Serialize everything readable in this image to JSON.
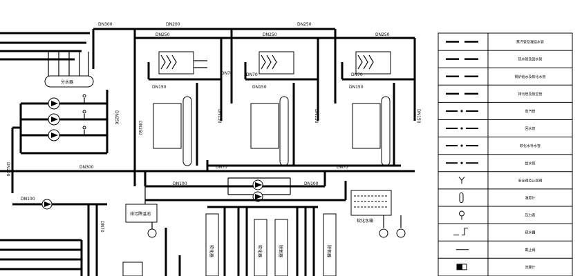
{
  "pipe_labels": {
    "main_top": "DN300",
    "top_left": "DN200",
    "top_mid": "DN250",
    "branch_1": "DN250",
    "branch_2": "DN250",
    "branch_3": "DN250",
    "upper_1": "DN150",
    "upper_2": "DN150",
    "upper_3": "DN150",
    "riser_1": "DN70",
    "riser_2": "DN70",
    "riser_3": "DN70",
    "vertical_left": "DN250",
    "vertical_mid": "DN250",
    "vertical_c1": "DN150",
    "vertical_c2": "DN150",
    "vertical_c3": "DN150",
    "bottom_1": "DN70",
    "bottom_2": "DN70",
    "return_main": "DN300",
    "left_vertical": "DN200",
    "pump_line": "DN100",
    "pump_line_2": "DN100",
    "make_up": "DN100",
    "left_lower": "DN70"
  },
  "equipment_labels": {
    "distributor": "分水器",
    "sewage_tank": "排污降温池",
    "softened_tank": "软化水箱",
    "softener_1": "软化器",
    "softener_2": "软化器",
    "deaerator_1": "除氧器",
    "deaerator_2": "除氧器"
  },
  "legend": {
    "title": "图例",
    "rows": [
      {
        "symbol": "solid-dash",
        "label": "蒸汽管及凝结水管"
      },
      {
        "symbol": "solid-dash",
        "label": "热水管及回水管"
      },
      {
        "symbol": "solid-dash",
        "label": "锅炉给水及软化水管"
      },
      {
        "symbol": "solid-dash",
        "label": "排污管及放空管"
      },
      {
        "symbol": "dash-c",
        "label": "蒸汽管"
      },
      {
        "symbol": "dash-h",
        "label": "回水管"
      },
      {
        "symbol": "dash-r",
        "label": "软化水补水管"
      },
      {
        "symbol": "dash-g",
        "label": "给水管"
      },
      {
        "symbol": "valve-y",
        "label": "安全阀及止回阀"
      },
      {
        "symbol": "thermometer",
        "label": "温度计"
      },
      {
        "symbol": "gauge",
        "label": "压力表"
      },
      {
        "symbol": "steam-trap",
        "label": "疏水器"
      },
      {
        "symbol": "line",
        "label": "截止阀"
      },
      {
        "symbol": "meter",
        "label": "流量计"
      }
    ]
  }
}
